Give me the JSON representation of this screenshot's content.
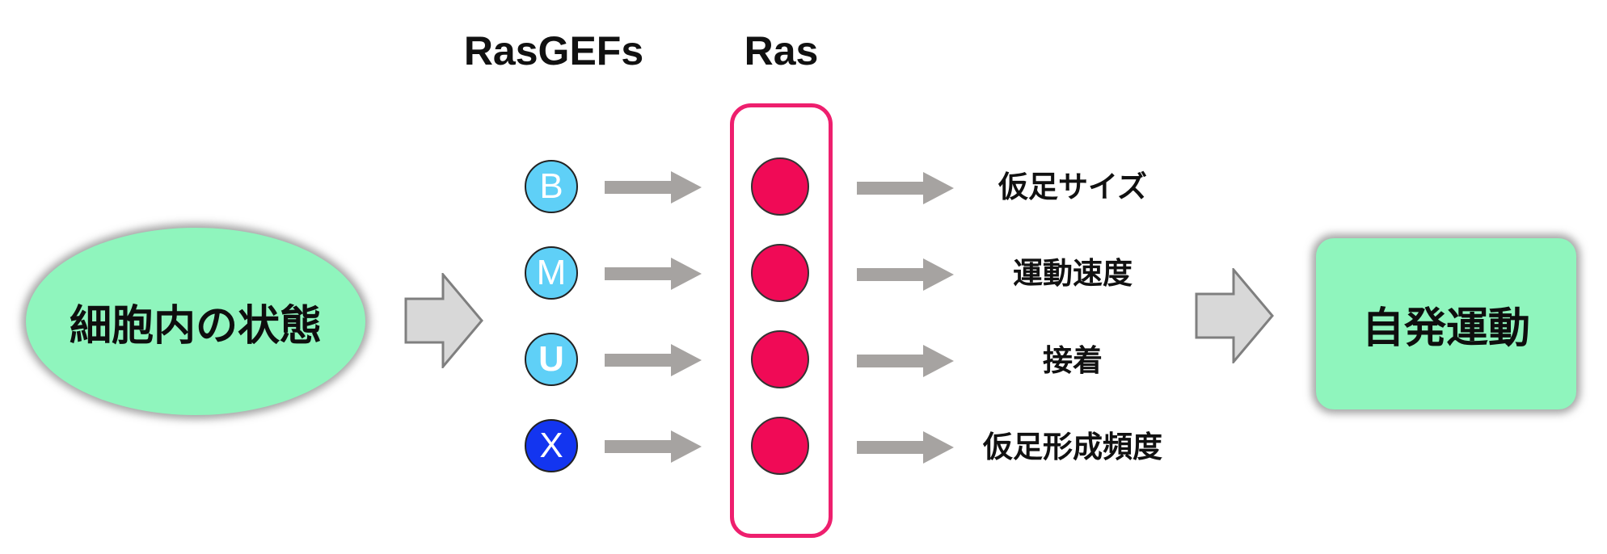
{
  "headers": {
    "gefs": "RasGEFs",
    "ras": "Ras"
  },
  "input_state": "細胞内の状態",
  "output_state": "自発運動",
  "gefs": [
    {
      "label": "B",
      "color": "#5fd0f7",
      "weight": "normal"
    },
    {
      "label": "M",
      "color": "#5fd0f7",
      "weight": "normal"
    },
    {
      "label": "U",
      "color": "#5fd0f7",
      "weight": "bold"
    },
    {
      "label": "X",
      "color": "#1335f0",
      "weight": "normal"
    }
  ],
  "outputs": [
    "仮足サイズ",
    "運動速度",
    "接着",
    "仮足形成頻度"
  ],
  "colors": {
    "state_fill": "#8ff5bd",
    "ras_dot": "#f00a56",
    "ras_frame": "#ee1f6e",
    "arrow_gray": "#a6a3a1",
    "block_arrow_fill": "#d8d8d8"
  }
}
